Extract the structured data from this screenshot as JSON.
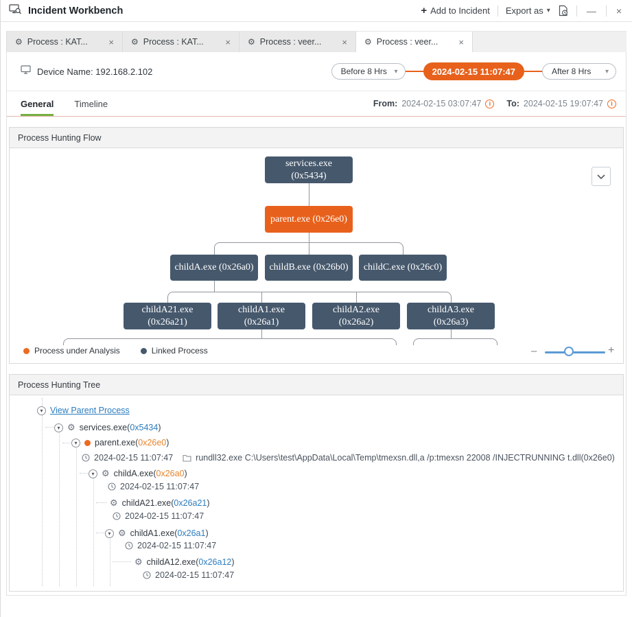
{
  "window": {
    "title": "Incident Workbench",
    "actions": {
      "add_to_incident": "Add to Incident",
      "export_as": "Export as"
    }
  },
  "tabs": [
    {
      "label": "Process : KAT..."
    },
    {
      "label": "Process : KAT..."
    },
    {
      "label": "Process : veer..."
    },
    {
      "label": "Process : veer..."
    }
  ],
  "device": {
    "name_label": "Device Name: 192.168.2.102"
  },
  "time_nav": {
    "before_label": "Before 8 Hrs",
    "pivot_time": "2024-02-15 11:07:47",
    "after_label": "After 8 Hrs"
  },
  "view_tabs": [
    {
      "label": "General"
    },
    {
      "label": "Timeline"
    }
  ],
  "time_range": {
    "from_label": "From:",
    "from_value": "2024-02-15 03:07:47",
    "to_label": "To:",
    "to_value": "2024-02-15 19:07:47"
  },
  "flow_panel": {
    "title": "Process Hunting Flow",
    "nodes": {
      "services": {
        "name": "services.exe",
        "pid": "(0x5434)",
        "type": "linked"
      },
      "parent": {
        "label": "parent.exe (0x26e0)",
        "type": "analysis"
      },
      "childA": {
        "label": "childA.exe (0x26a0)",
        "type": "linked"
      },
      "childB": {
        "label": "childB.exe (0x26b0)",
        "type": "linked"
      },
      "childC": {
        "label": "childC.exe (0x26c0)",
        "type": "linked"
      },
      "childA21": {
        "name": "childA21.exe",
        "pid": "(0x26a21)",
        "type": "linked"
      },
      "childA1": {
        "name": "childA1.exe",
        "pid": "(0x26a1)",
        "type": "linked"
      },
      "childA2": {
        "name": "childA2.exe",
        "pid": "(0x26a2)",
        "type": "linked"
      },
      "childA3": {
        "name": "childA3.exe",
        "pid": "(0x26a3)",
        "type": "linked"
      }
    },
    "legend": [
      {
        "label": "Process under Analysis",
        "color": "#ed6a21"
      },
      {
        "label": "Linked Process",
        "color": "#46586c"
      }
    ]
  },
  "tree_panel": {
    "title": "Process Hunting Tree",
    "view_parent_link": "View Parent Process",
    "nodes": [
      {
        "name": "services.exe",
        "pid": "0x5434"
      },
      {
        "name": "parent.exe",
        "pid": "0x26e0",
        "time": "2024-02-15 11:07:47",
        "command": "rundll32.exe C:\\Users\\test\\AppData\\Local\\Temp\\tmexsn.dll,a /p:tmexsn 22008 /INJECTRUNNING t.dll(0x26e0)"
      },
      {
        "name": "childA.exe",
        "pid": "0x26a0",
        "time": "2024-02-15 11:07:47"
      },
      {
        "name": "childA21.exe",
        "pid": "0x26a21",
        "time": "2024-02-15 11:07:47"
      },
      {
        "name": "childA1.exe",
        "pid": "0x26a1",
        "time": "2024-02-15 11:07:47"
      },
      {
        "name": "childA12.exe",
        "pid": "0x26a12",
        "time": "2024-02-15 11:07:47"
      }
    ]
  },
  "colors": {
    "accent_orange": "#e8611c",
    "node_slate": "#46586c",
    "link_blue": "#2d7cbe",
    "pid_orange": "#e8832a",
    "active_subtab_green": "#76b043",
    "slider_blue": "#5b9bd5"
  }
}
